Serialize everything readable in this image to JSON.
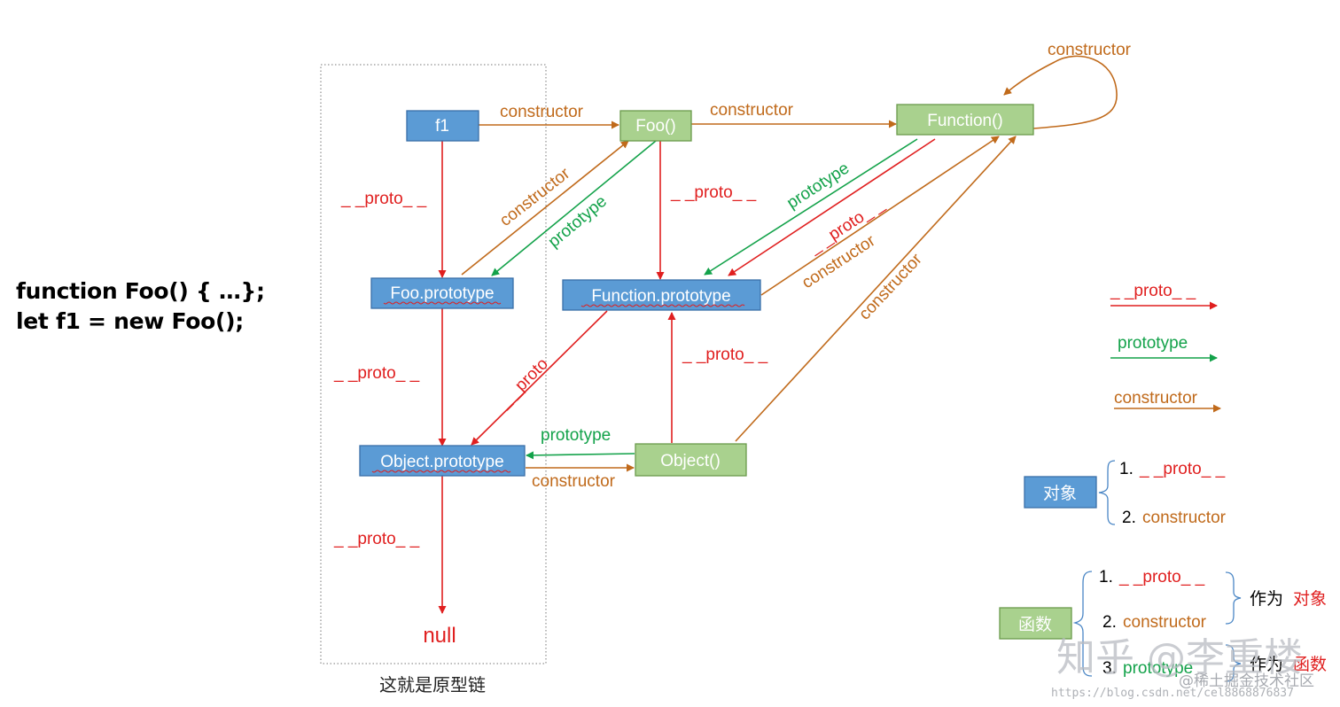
{
  "code": {
    "line1": "function Foo() { …};",
    "line2": "let f1 = new Foo();"
  },
  "caption": "这就是原型链",
  "nodes": {
    "f1": "f1",
    "foo": "Foo()",
    "function": "Function()",
    "foo_prototype": "Foo.prototype",
    "function_prototype": "Function.prototype",
    "object_prototype": "Object.prototype",
    "object": "Object()",
    "null": "null"
  },
  "labels": {
    "proto": "_ _proto_ _",
    "prototype": "prototype",
    "constructor": "constructor"
  },
  "legend": {
    "proto": "_ _proto_ _",
    "prototype": "prototype",
    "constructor": "constructor",
    "object_box": "对象",
    "object_item1_num": "1.",
    "object_item1_text": "_ _proto_ _",
    "object_item2_num": "2.",
    "object_item2_text": "constructor",
    "function_box": "函数",
    "function_item1_num": "1.",
    "function_item1_text": "_ _proto_ _",
    "function_item2_num": "2.",
    "function_item2_text": "constructor",
    "function_item3_num": "3.",
    "function_item3_text": "prototype",
    "as_prefix": "作为",
    "as_object": "对象",
    "as_function": "函数"
  },
  "watermarks": {
    "zhihu": "知乎 @李重楼",
    "juejin": "@稀土掘金技术社区",
    "csdn": "https://blog.csdn.net/cel8868876837"
  },
  "colors": {
    "proto": "#e01f1f",
    "prototype": "#13a24a",
    "constructor": "#c06a1b",
    "object_fill": "#5b9bd5",
    "object_stroke": "#3a6fa8",
    "function_fill": "#a9d18e",
    "function_stroke": "#6a9a4c"
  }
}
